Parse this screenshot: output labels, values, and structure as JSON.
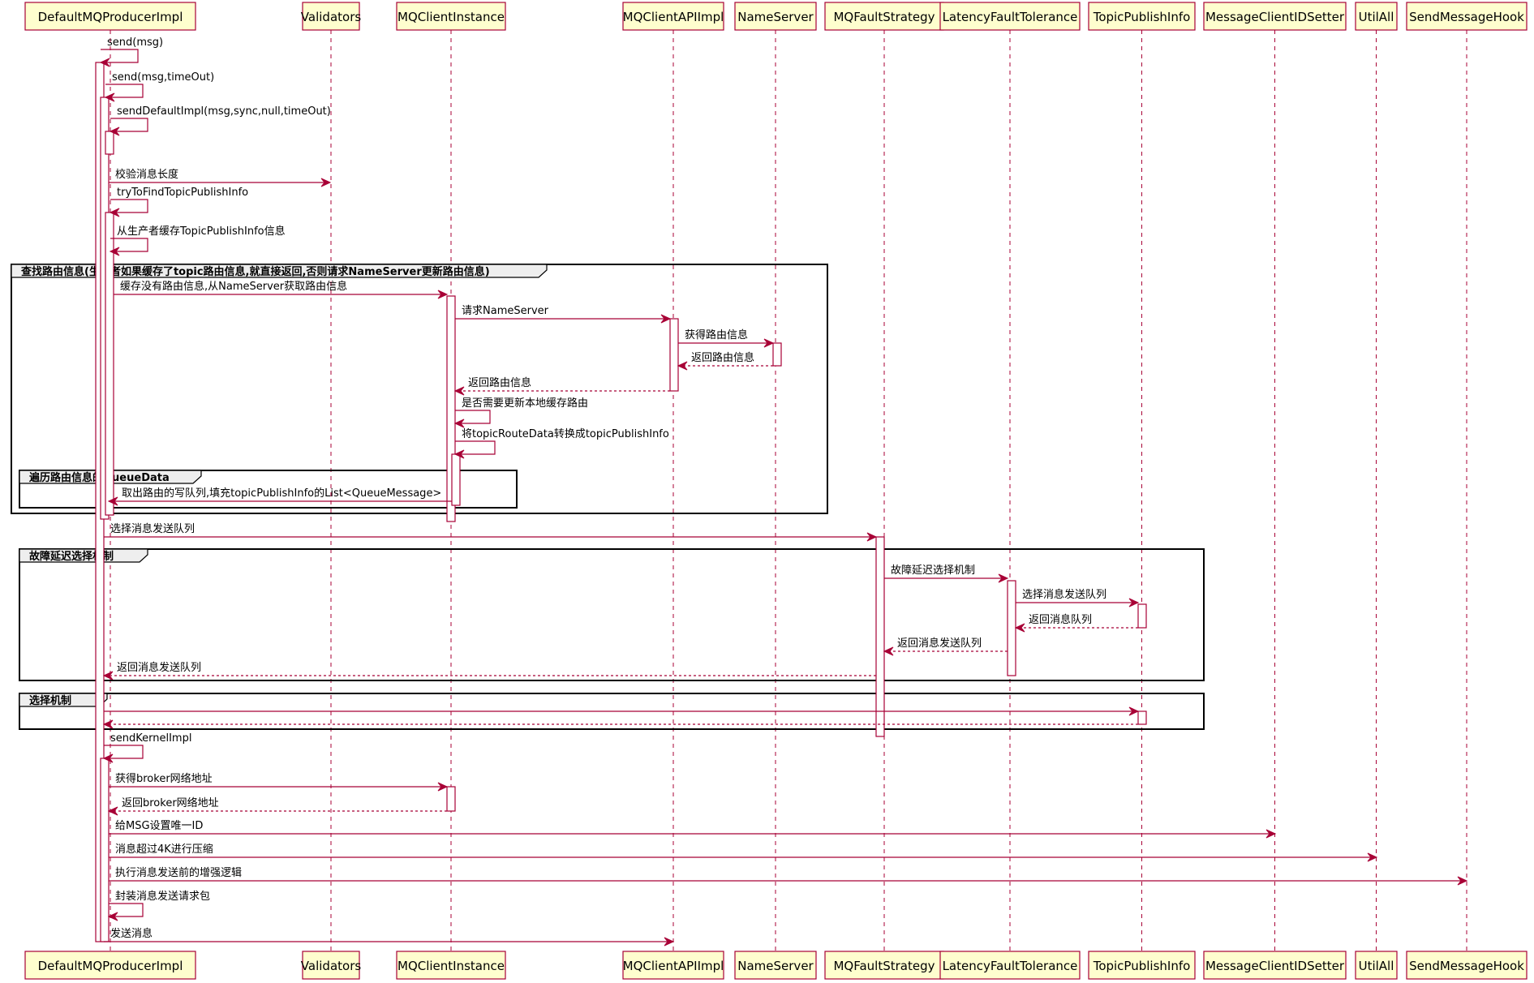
{
  "participants": [
    {
      "id": "producer",
      "label": "DefaultMQProducerImpl"
    },
    {
      "id": "validators",
      "label": "Validators"
    },
    {
      "id": "client",
      "label": "MQClientInstance"
    },
    {
      "id": "api",
      "label": "MQClientAPIImpl"
    },
    {
      "id": "ns",
      "label": "NameServer"
    },
    {
      "id": "fault",
      "label": "MQFaultStrategy"
    },
    {
      "id": "latency",
      "label": "LatencyFaultTolerance"
    },
    {
      "id": "tpi",
      "label": "TopicPublishInfo"
    },
    {
      "id": "idsetter",
      "label": "MessageClientIDSetter"
    },
    {
      "id": "util",
      "label": "UtilAll"
    },
    {
      "id": "hook",
      "label": "SendMessageHook"
    }
  ],
  "messages": [
    {
      "from": "producer",
      "to": "producer",
      "label": "send(msg)",
      "dashed": false
    },
    {
      "from": "producer",
      "to": "producer",
      "label": "send(msg,timeOut)",
      "dashed": false
    },
    {
      "from": "producer",
      "to": "producer",
      "label": "sendDefaultImpl(msg,sync,null,timeOut)",
      "dashed": false
    },
    {
      "from": "producer",
      "to": "validators",
      "label": "校验消息长度",
      "dashed": false
    },
    {
      "from": "producer",
      "to": "producer",
      "label": "tryToFindTopicPublishInfo",
      "dashed": false
    },
    {
      "from": "producer",
      "to": "producer",
      "label": "从生产者缓存TopicPublishInfo信息",
      "dashed": false
    },
    {
      "from": "producer",
      "to": "client",
      "label": "缓存没有路由信息,从NameServer获取路由信息",
      "dashed": false
    },
    {
      "from": "client",
      "to": "api",
      "label": "请求NameServer",
      "dashed": false
    },
    {
      "from": "api",
      "to": "ns",
      "label": "获得路由信息",
      "dashed": false
    },
    {
      "from": "ns",
      "to": "api",
      "label": "返回路由信息",
      "dashed": true
    },
    {
      "from": "api",
      "to": "client",
      "label": "返回路由信息",
      "dashed": true
    },
    {
      "from": "client",
      "to": "client",
      "label": "是否需要更新本地缓存路由",
      "dashed": false
    },
    {
      "from": "client",
      "to": "client",
      "label": "将topicRouteData转换成topicPublishInfo",
      "dashed": false
    },
    {
      "from": "client",
      "to": "producer",
      "label": "取出路由的写队列,填充topicPublishInfo的List<QueueMessage>",
      "dashed": false
    },
    {
      "from": "producer",
      "to": "fault",
      "label": "选择消息发送队列",
      "dashed": false
    },
    {
      "from": "fault",
      "to": "latency",
      "label": "故障延迟选择机制",
      "dashed": false
    },
    {
      "from": "latency",
      "to": "tpi",
      "label": "选择消息发送队列",
      "dashed": false
    },
    {
      "from": "tpi",
      "to": "latency",
      "label": "返回消息队列",
      "dashed": true
    },
    {
      "from": "latency",
      "to": "fault",
      "label": "返回消息发送队列",
      "dashed": true
    },
    {
      "from": "fault",
      "to": "producer",
      "label": "返回消息发送队列",
      "dashed": true
    },
    {
      "from": "producer",
      "to": "tpi",
      "label": "",
      "dashed": false
    },
    {
      "from": "tpi",
      "to": "producer",
      "label": "",
      "dashed": true
    },
    {
      "from": "producer",
      "to": "producer",
      "label": "sendKernelImpl",
      "dashed": false
    },
    {
      "from": "producer",
      "to": "client",
      "label": "获得broker网络地址",
      "dashed": false
    },
    {
      "from": "client",
      "to": "producer",
      "label": "返回broker网络地址",
      "dashed": true
    },
    {
      "from": "producer",
      "to": "idsetter",
      "label": "给MSG设置唯一ID",
      "dashed": false
    },
    {
      "from": "producer",
      "to": "util",
      "label": "消息超过4K进行压缩",
      "dashed": false
    },
    {
      "from": "producer",
      "to": "hook",
      "label": "执行消息发送前的增强逻辑",
      "dashed": false
    },
    {
      "from": "producer",
      "to": "producer",
      "label": "封装消息发送请求包",
      "dashed": false
    },
    {
      "from": "producer",
      "to": "api",
      "label": "发送消息",
      "dashed": false
    }
  ],
  "fragments": [
    {
      "label": "查找路由信息(生产者如果缓存了topic路由信息,就直接返回,否则请求NameServer更新路由信息)"
    },
    {
      "label": "遍历路由信息的QueueData"
    },
    {
      "label": "故障延迟选择机制"
    },
    {
      "label": "选择机制"
    }
  ]
}
